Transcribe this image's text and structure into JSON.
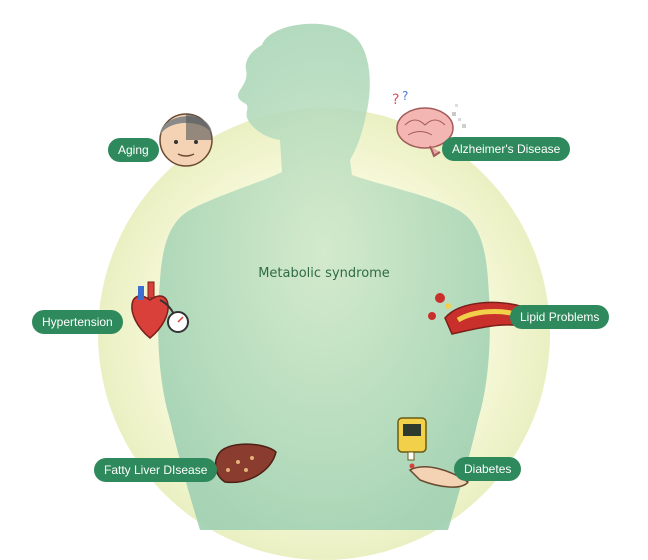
{
  "center": {
    "label": "Metabolic syndrome"
  },
  "conditions": {
    "aging": "Aging",
    "alzheimers": "Alzheimer's Disease",
    "hypertension": "Hypertension",
    "lipid": "Lipid Problems",
    "fatty_liver": "Fatty Liver DIsease",
    "diabetes": "Diabetes"
  },
  "colors": {
    "pill": "#2e8a5c",
    "silhouette": "#a9d6b8",
    "halo_center": "#fbfbdf",
    "halo_edge": "#eef2c6"
  }
}
